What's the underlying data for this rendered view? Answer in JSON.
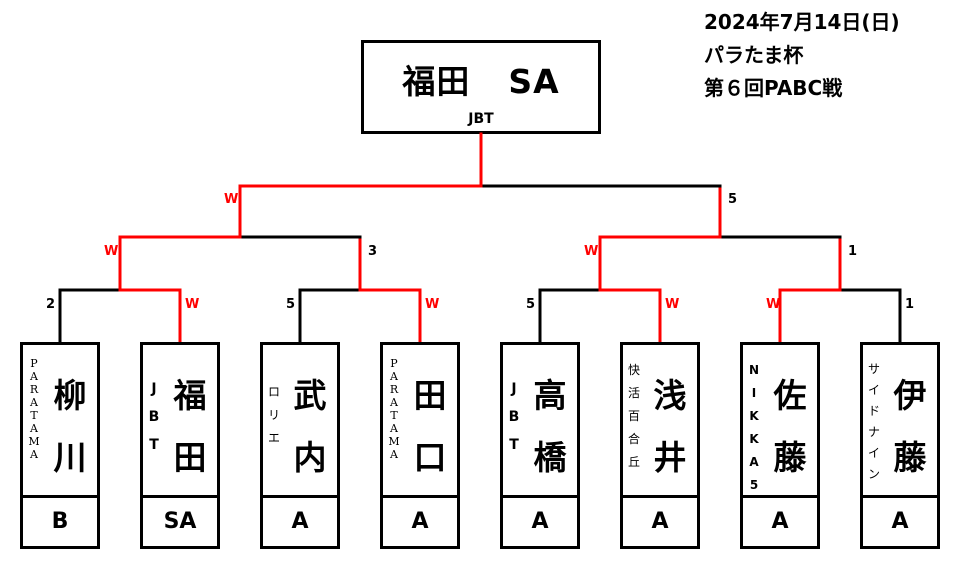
{
  "event_info": {
    "date": "2024年7月14日(日)",
    "cup": "パラたま杯",
    "round": "第６回PABC戦"
  },
  "champion": {
    "surname": "福田",
    "grade": "SA",
    "team": "JBT"
  },
  "colors": {
    "win_line": "#ff0000",
    "lose_line": "#000000"
  },
  "players": [
    {
      "name": "柳川",
      "name_chars": [
        "柳",
        "川"
      ],
      "team": "PARATAMA",
      "team_chars": [
        "P",
        "A",
        "R",
        "A",
        "T",
        "A",
        "M",
        "A"
      ],
      "grade": "B"
    },
    {
      "name": "福田",
      "name_chars": [
        "福",
        "田"
      ],
      "team": "JBT",
      "team_chars": [
        "J",
        "B",
        "T"
      ],
      "grade": "SA"
    },
    {
      "name": "武内",
      "name_chars": [
        "武",
        "内"
      ],
      "team": "ロリエ",
      "team_chars": [
        "ロ",
        "リ",
        "エ"
      ],
      "grade": "A"
    },
    {
      "name": "田口",
      "name_chars": [
        "田",
        "口"
      ],
      "team": "PARATAMA",
      "team_chars": [
        "P",
        "A",
        "R",
        "A",
        "T",
        "A",
        "M",
        "A"
      ],
      "grade": "A"
    },
    {
      "name": "高橋",
      "name_chars": [
        "高",
        "橋"
      ],
      "team": "JBT",
      "team_chars": [
        "J",
        "B",
        "T"
      ],
      "grade": "A"
    },
    {
      "name": "浅井",
      "name_chars": [
        "浅",
        "井"
      ],
      "team": "快活百合丘",
      "team_chars": [
        "快",
        "活",
        "百",
        "合",
        "丘"
      ],
      "grade": "A"
    },
    {
      "name": "佐藤",
      "name_chars": [
        "佐",
        "藤"
      ],
      "team": "NIKKA5",
      "team_chars": [
        "N",
        "I",
        "K",
        "K",
        "A",
        "5"
      ],
      "grade": "A"
    },
    {
      "name": "伊藤",
      "name_chars": [
        "伊",
        "藤"
      ],
      "team": "サイドナイン",
      "team_chars": [
        "サ",
        "イ",
        "ド",
        "ナ",
        "イ",
        "ン"
      ],
      "grade": "A"
    }
  ],
  "results": {
    "round1": [
      {
        "left_score": "2",
        "right_score": "W",
        "winner": "right"
      },
      {
        "left_score": "5",
        "right_score": "W",
        "winner": "right"
      },
      {
        "left_score": "5",
        "right_score": "W",
        "winner": "right"
      },
      {
        "left_score": "W",
        "right_score": "1",
        "winner": "left"
      }
    ],
    "round2": [
      {
        "left_score": "W",
        "right_score": "3",
        "winner": "left"
      },
      {
        "left_score": "W",
        "right_score": "1",
        "winner": "left"
      }
    ],
    "final": [
      {
        "left_score": "W",
        "right_score": "5",
        "winner": "left"
      }
    ]
  }
}
